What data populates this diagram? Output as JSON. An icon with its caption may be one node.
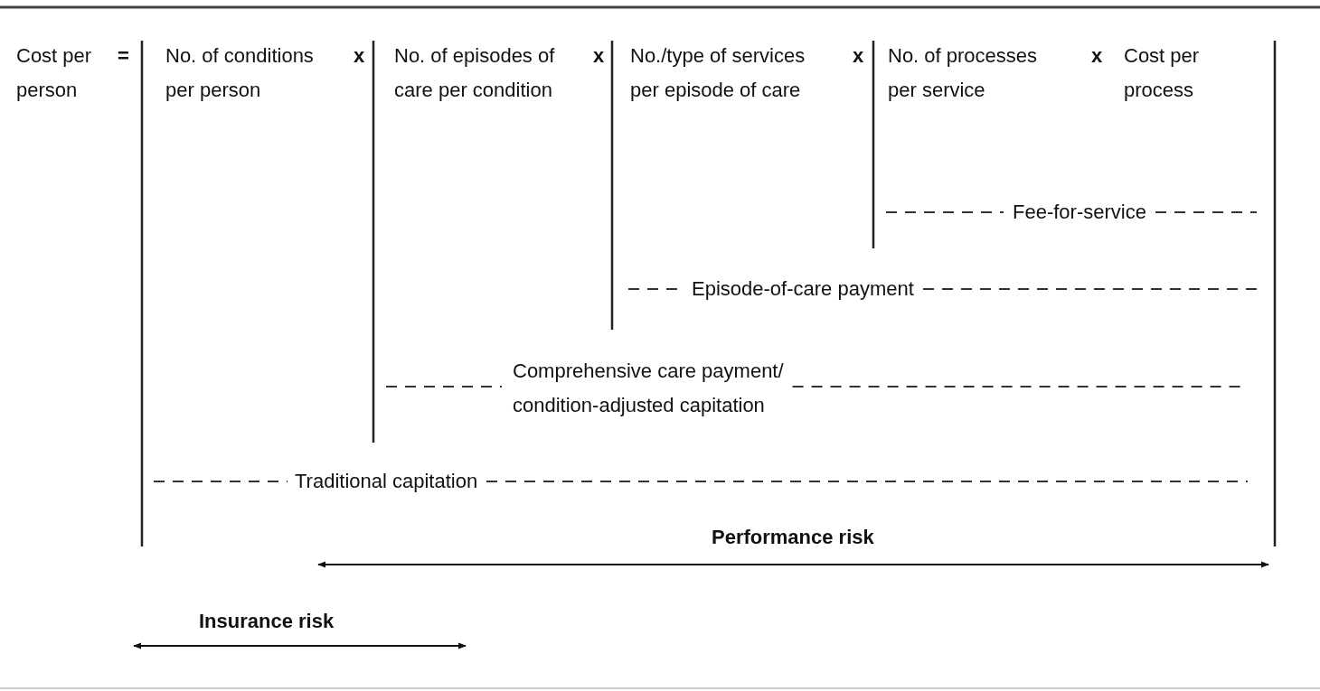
{
  "diagram": {
    "labels": [
      "Cost per person",
      "=",
      "No. of conditions per person",
      "x",
      "No. of episodes of care per condition",
      "x",
      "No./type of services per episode of care",
      "x",
      "No. of processes per service",
      "x",
      "Cost per process",
      "Fee-for-service",
      "Episode-of-care payment",
      "Comprehensive care payment/ condition-adjusted capitation",
      "Traditional capitation",
      "Performance risk",
      "Insurance risk"
    ]
  }
}
